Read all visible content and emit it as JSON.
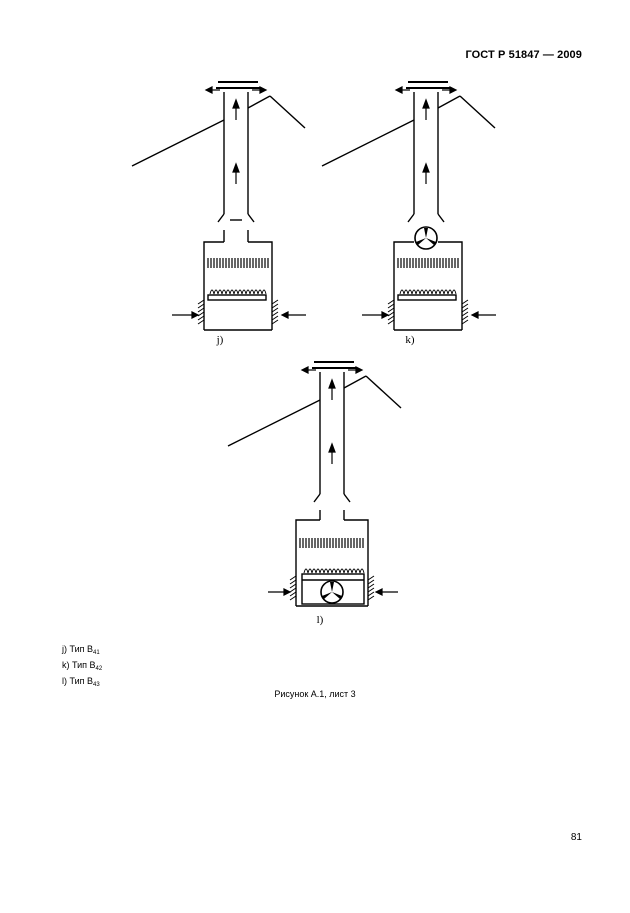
{
  "header": {
    "standard": "ГОСТ Р 51847 — 2009"
  },
  "figures": {
    "j": {
      "label": "j)"
    },
    "k": {
      "label": "k)"
    },
    "l": {
      "label": "l)"
    }
  },
  "legend": [
    {
      "prefix": "j) Тип B",
      "sub": "41"
    },
    {
      "prefix": "k) Тип B",
      "sub": "42"
    },
    {
      "prefix": "l) Тип B",
      "sub": "43"
    }
  ],
  "caption": "Рисунок А.1, лист 3",
  "page_number": "81"
}
